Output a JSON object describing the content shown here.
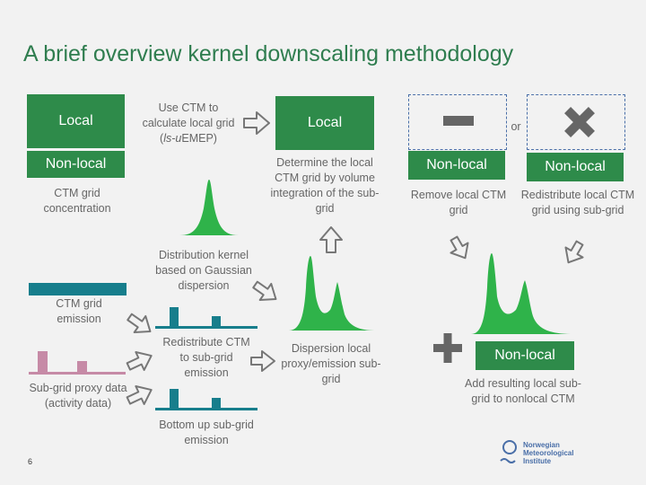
{
  "title": "A brief overview kernel downscaling methodology",
  "left": {
    "local_label": "Local",
    "nonlocal_label": "Non-local",
    "ctm_conc": "CTM grid concentration",
    "ctm_emission": "CTM grid emission",
    "subgrid_proxy": "Sub-grid proxy data (activity data)"
  },
  "center": {
    "use_ctm": "Use CTM to calculate local grid (",
    "use_ctm_italic": "ls-u",
    "use_ctm_end": "EMEP)",
    "distribution_kernel": "Distribution kernel based on Gaussian dispersion",
    "redistribute_ctm": "Redistribute CTM to sub-grid emission",
    "bottom_up": "Bottom up sub-grid emission"
  },
  "mid": {
    "local_label": "Local",
    "determine": "Determine the local CTM grid by volume integration of the sub-grid",
    "dispersion": "Dispersion local proxy/emission sub-grid"
  },
  "right": {
    "or": "or",
    "nonlocal_a": "Non-local",
    "nonlocal_b": "Non-local",
    "remove": "Remove local CTM grid",
    "redistribute_local": "Redistribute local CTM grid using sub-grid",
    "nonlocal_result": "Non-local",
    "add_result": "Add resulting local sub-grid to nonlocal CTM"
  },
  "logo": {
    "line1": "Norwegian",
    "line2": "Meteorological",
    "line3": "Institute"
  },
  "page_number": "6",
  "colors": {
    "green": "#2e8b4a",
    "bright_green": "#2fb34a",
    "teal": "#177e8c",
    "pink": "#c68aa6",
    "grey": "#666666"
  }
}
